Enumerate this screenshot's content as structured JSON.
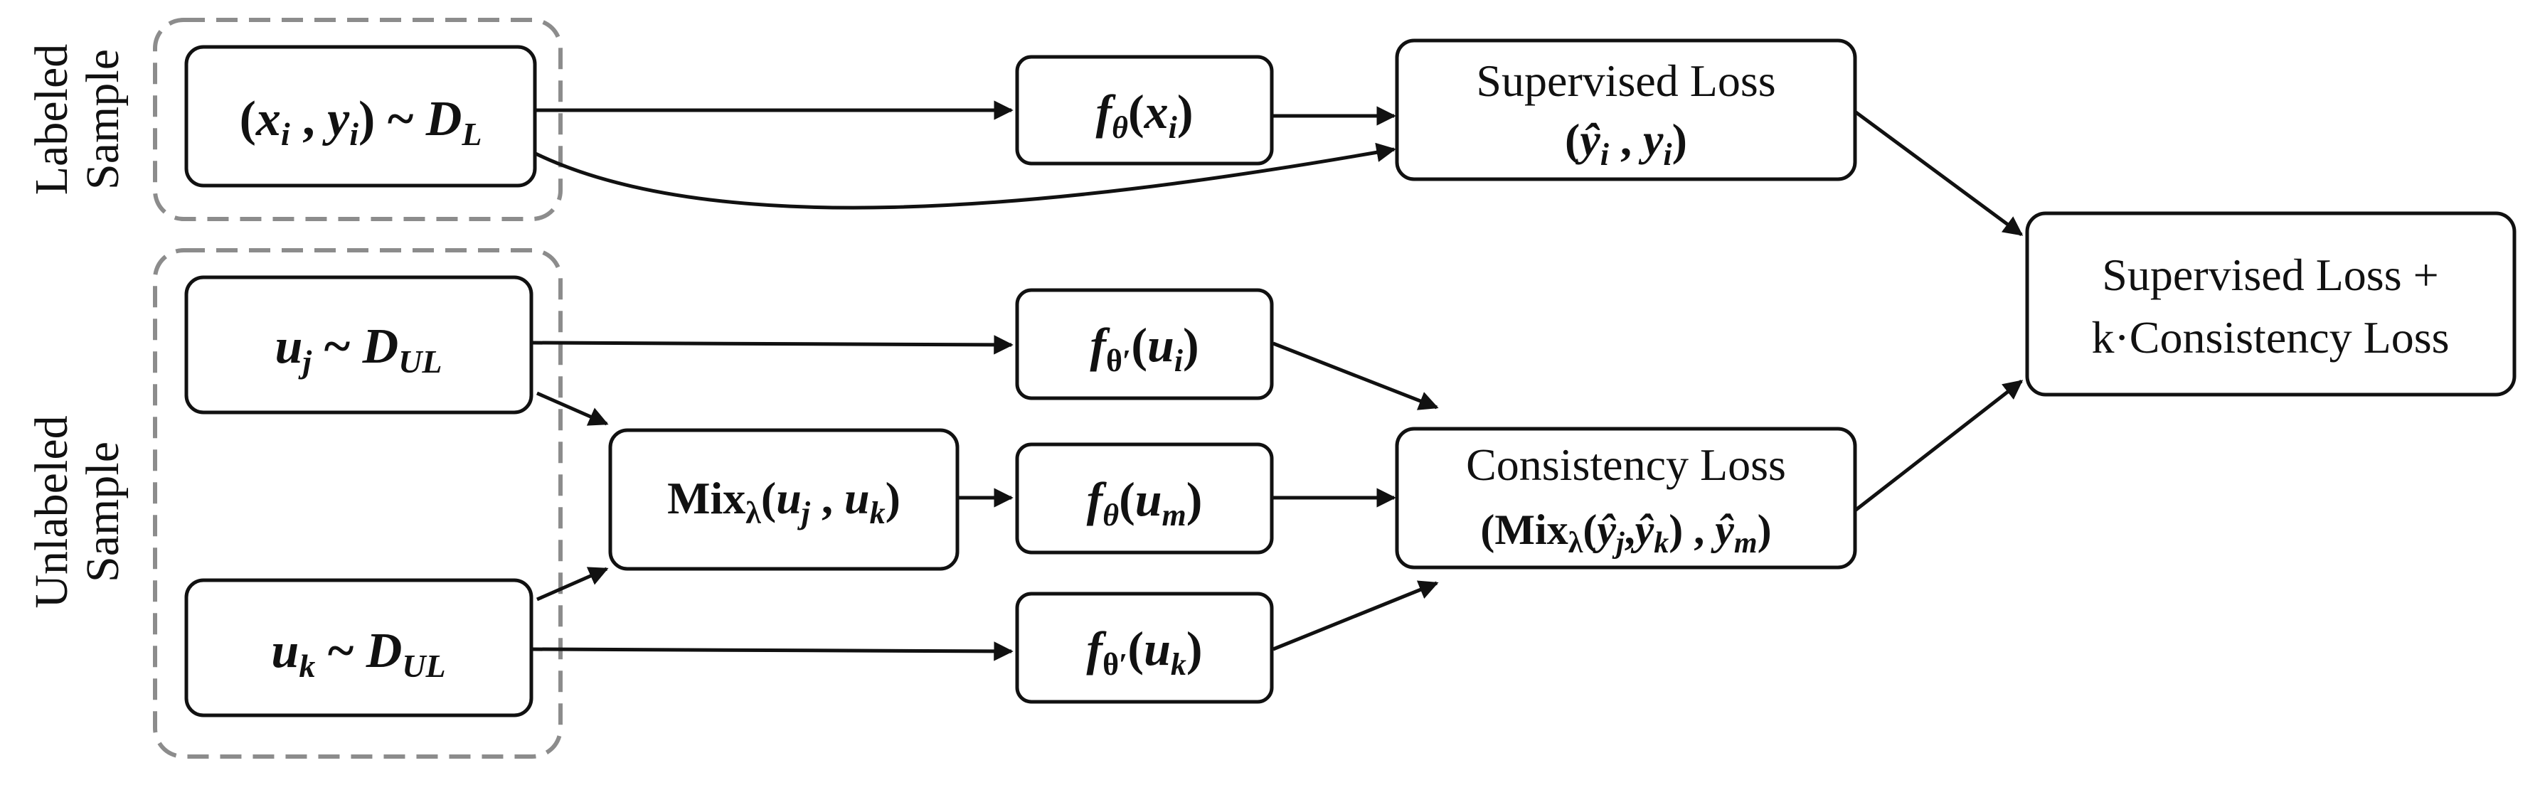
{
  "groups": {
    "labeled": {
      "line1": "Labeled",
      "line2": "Sample"
    },
    "unlabeled": {
      "line1": "Unlabeled",
      "line2": "Sample"
    }
  },
  "nodes": {
    "labeled_source": {
      "open": "(",
      "x": "x",
      "x_sub": "i",
      "sep": " , ",
      "y": "y",
      "y_sub": "i",
      "close": ")",
      "tilde": " ~ ",
      "dist": "D",
      "dist_sub": "L"
    },
    "uj_source": {
      "var": "u",
      "var_sub": "j",
      "tilde": " ~ ",
      "dist": "D",
      "dist_sub": "UL"
    },
    "uk_source": {
      "var": "u",
      "var_sub": "k",
      "tilde": " ~ ",
      "dist": "D",
      "dist_sub": "UL"
    },
    "mix": {
      "op": "Mix",
      "op_sub": "λ",
      "open": "(",
      "a": "u",
      "a_sub": "j",
      "sep": " , ",
      "b": "u",
      "b_sub": "k",
      "close": ")"
    },
    "f_xi": {
      "f": "f",
      "f_sub": "θ",
      "open": "(",
      "arg": "x",
      "arg_sub": "i",
      "close": ")"
    },
    "f_ui": {
      "f": "f",
      "f_sub": "θ′",
      "open": "(",
      "arg": "u",
      "arg_sub": "i",
      "close": ")"
    },
    "f_um": {
      "f": "f",
      "f_sub": "θ",
      "open": "(",
      "arg": "u",
      "arg_sub": "m",
      "close": ")"
    },
    "f_uk": {
      "f": "f",
      "f_sub": "θ′",
      "open": "(",
      "arg": "u",
      "arg_sub": "k",
      "close": ")"
    },
    "supervised_loss": {
      "title": "Supervised Loss",
      "open": "(",
      "a": "ŷ",
      "a_sub": "i",
      "sep": " , ",
      "b": "y",
      "b_sub": "i",
      "close": ")"
    },
    "consistency_loss": {
      "title": "Consistency Loss",
      "open": "(",
      "op": "Mix",
      "op_sub": "λ",
      "inner_open": "(",
      "a": "ŷ",
      "a_sub": "j",
      "comma": ",",
      "b": "ŷ",
      "b_sub": "k",
      "inner_close": ")",
      "sep": " , ",
      "c": "ŷ",
      "c_sub": "m",
      "close": ")"
    },
    "total_loss": {
      "line1": "Supervised Loss +",
      "line2": "k·Consistency Loss"
    }
  }
}
